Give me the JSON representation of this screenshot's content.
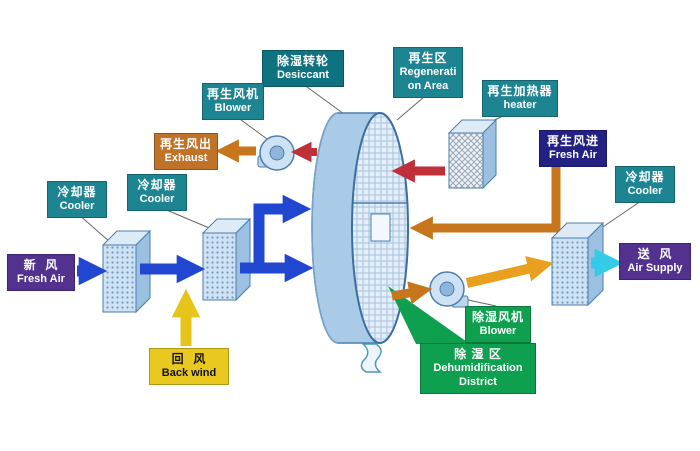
{
  "labels": {
    "desiccant": {
      "zh": "除湿转轮",
      "en": "Desiccant",
      "bg": "#0e7280"
    },
    "regeneration_area": {
      "zh": "再生区",
      "en1": "Regenerati",
      "en2": "on Area",
      "bg": "#1d8492"
    },
    "regen_blower": {
      "zh": "再生风机",
      "en": "Blower",
      "bg": "#1d8492"
    },
    "regen_heater": {
      "zh": "再生加热器",
      "en": "heater",
      "bg": "#1d8492"
    },
    "regen_exhaust": {
      "zh": "再生风出",
      "en": "Exhaust",
      "bg": "#bf7228"
    },
    "regen_fresh_air": {
      "zh": "再生风进",
      "en": "Fresh Air",
      "bg": "#232284"
    },
    "cooler_left": {
      "zh": "冷却器",
      "en": "Cooler",
      "bg": "#1d8492"
    },
    "cooler_mid": {
      "zh": "冷却器",
      "en": "Cooler",
      "bg": "#1d8492"
    },
    "cooler_right": {
      "zh": "冷却器",
      "en": "Cooler",
      "bg": "#1d8492"
    },
    "fresh_air": {
      "zh": "新  风",
      "en": "Fresh Air",
      "bg": "#53318f"
    },
    "air_supply": {
      "zh": "送  风",
      "en": "Air Supply",
      "bg": "#53318f"
    },
    "back_wind": {
      "zh": "回  风",
      "en": "Back wind",
      "bg": "#e9c81f",
      "fg": "#111111"
    },
    "dehumid_blower": {
      "zh": "除湿风机",
      "en": "Blower",
      "bg": "#0fa04f"
    },
    "dehumid_district": {
      "zh": "除 湿 区",
      "en1": "Dehumidification",
      "en2": "District",
      "bg": "#0fa04f"
    }
  },
  "colors": {
    "process_flow": "#2146d0",
    "return_flow": "#e6c41a",
    "regen_flow": "#c8761c",
    "heated_flow": "#c03038",
    "supply_flow": "#35cbe8",
    "component_fill": "#cfe2f4",
    "component_edge": "#4a7eae"
  }
}
